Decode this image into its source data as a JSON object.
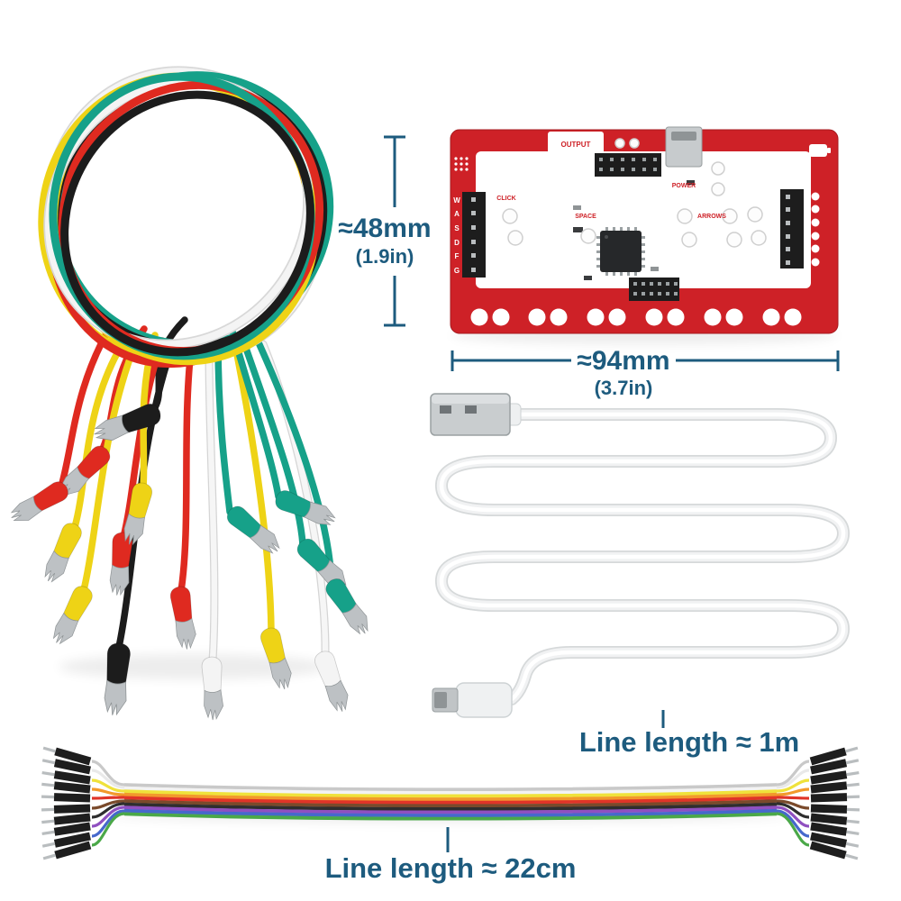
{
  "colors": {
    "annotation_blue": "#1d5b7e",
    "pcb_red": "#ce2127",
    "wire_yellow": "#eed316",
    "wire_red": "#df2a20",
    "wire_black": "#1c1c1c",
    "wire_white": "#f4f4f4",
    "wire_teal": "#16a189",
    "usb_cable_white": "#f1f2f3",
    "metal_silver": "#c0c4c6"
  },
  "dimensions": {
    "height": {
      "value": "≈48mm",
      "inches": "(1.9in)"
    },
    "width": {
      "value": "≈94mm",
      "inches": "(3.7in)"
    }
  },
  "cables": {
    "usb_label": "Line length ≈ 1m",
    "ribbon_label": "Line length ≈ 22cm"
  },
  "pcb": {
    "output_label": "OUTPUT",
    "click_label": "CLICK",
    "space_label": "SPACE",
    "power_label": "POWER",
    "arrows_label": "ARROWS",
    "key_labels": [
      "W",
      "A",
      "S",
      "D",
      "F",
      "G"
    ]
  }
}
